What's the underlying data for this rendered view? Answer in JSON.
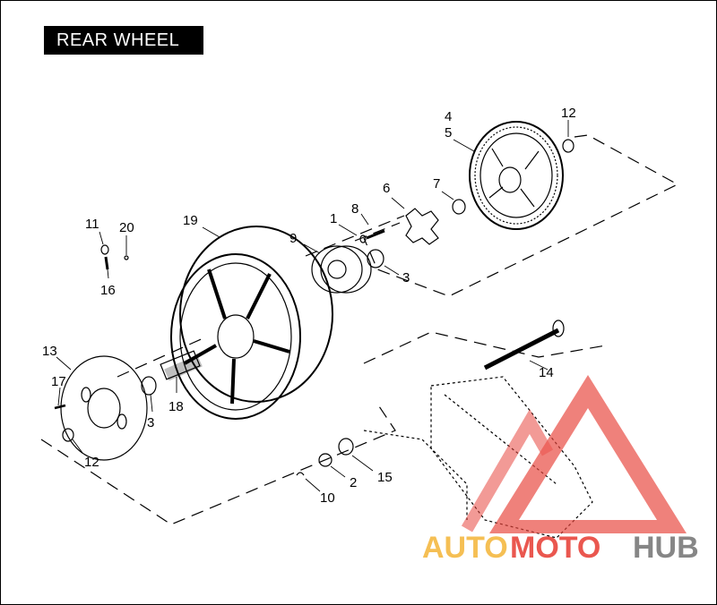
{
  "title": "REAR WHEEL",
  "callouts": {
    "c4": "4",
    "c5": "5",
    "c12a": "12",
    "c6": "6",
    "c7": "7",
    "c11": "11",
    "c20": "20",
    "c16": "16",
    "c19": "19",
    "c1": "1",
    "c8": "8",
    "c9": "9",
    "c3a": "3",
    "c13": "13",
    "c17": "17",
    "c3b": "3",
    "c18": "18",
    "c12b": "12",
    "c14": "14",
    "c2": "2",
    "c15": "15",
    "c10": "10"
  },
  "watermark": {
    "part1": "AUTO",
    "part2": "MOTO",
    "part3": "HUB",
    "colors": {
      "auto": "#f5b942",
      "moto": "#e8453c",
      "hub": "#7a7a7a",
      "logo": "#e8453c"
    }
  }
}
